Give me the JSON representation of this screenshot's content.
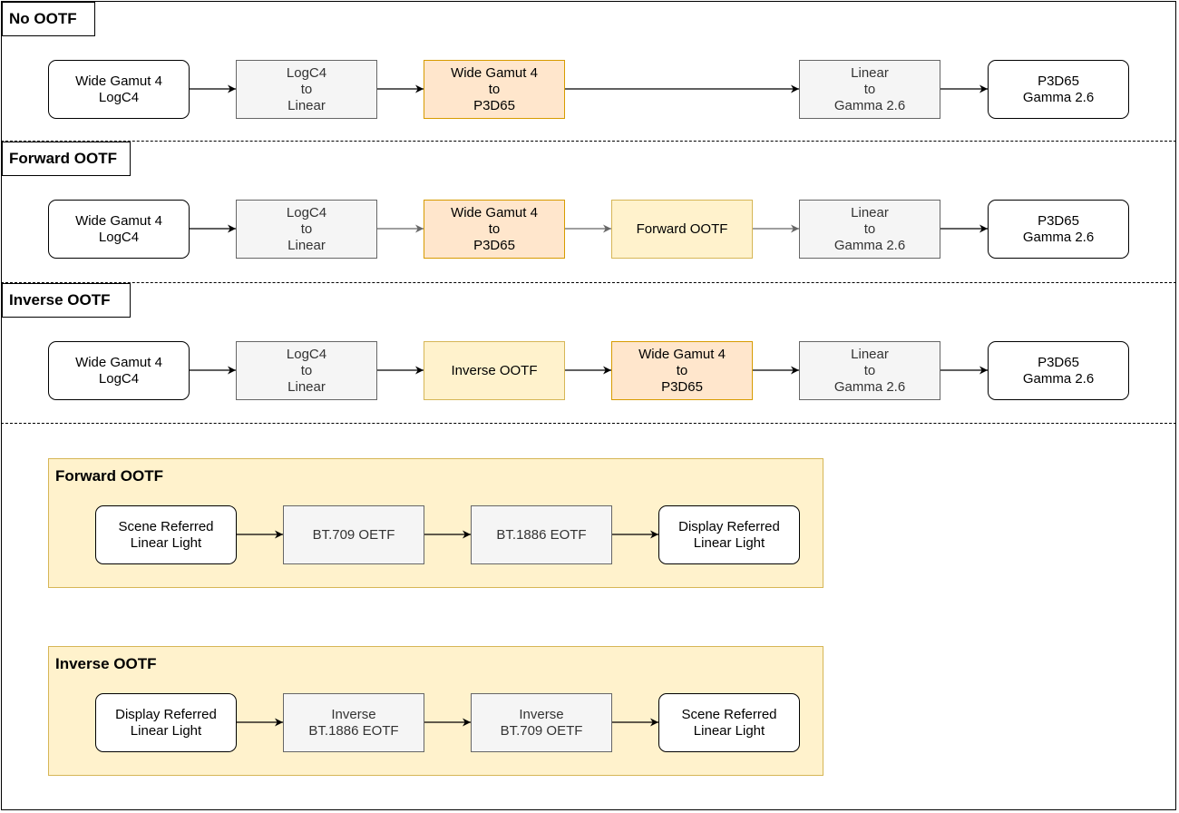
{
  "sections": {
    "no_ootf": "No OOTF",
    "forward_ootf": "Forward OOTF",
    "inverse_ootf": "Inverse OOTF"
  },
  "pipelines": {
    "no_ootf": [
      "Wide Gamut 4\nLogC4",
      "LogC4\nto\nLinear",
      "Wide Gamut 4\nto\nP3D65",
      "Linear\nto\nGamma 2.6",
      "P3D65\nGamma 2.6"
    ],
    "forward_ootf": [
      "Wide Gamut 4\nLogC4",
      "LogC4\nto\nLinear",
      "Wide Gamut 4\nto\nP3D65",
      "Forward OOTF",
      "Linear\nto\nGamma 2.6",
      "P3D65\nGamma 2.6"
    ],
    "inverse_ootf": [
      "Wide Gamut 4\nLogC4",
      "LogC4\nto\nLinear",
      "Inverse OOTF",
      "Wide Gamut 4\nto\nP3D65",
      "Linear\nto\nGamma 2.6",
      "P3D65\nGamma 2.6"
    ]
  },
  "detail_groups": {
    "forward": {
      "title": "Forward OOTF",
      "steps": [
        "Scene Referred\nLinear Light",
        "BT.709 OETF",
        "BT.1886 EOTF",
        "Display Referred\nLinear Light"
      ]
    },
    "inverse": {
      "title": "Inverse OOTF",
      "steps": [
        "Display Referred\nLinear Light",
        "Inverse\nBT.1886 EOTF",
        "Inverse\nBT.709 OETF",
        "Scene Referred\nLinear Light"
      ]
    }
  },
  "colors": {
    "io_fill": "#ffffff",
    "grey_fill": "#f5f5f5",
    "orange_fill": "#ffe6cc",
    "orange_stroke": "#d79b00",
    "yellow_fill": "#fff2cc",
    "yellow_stroke": "#d6b656",
    "arrow_dark": "#000000",
    "arrow_grey": "#666666"
  }
}
